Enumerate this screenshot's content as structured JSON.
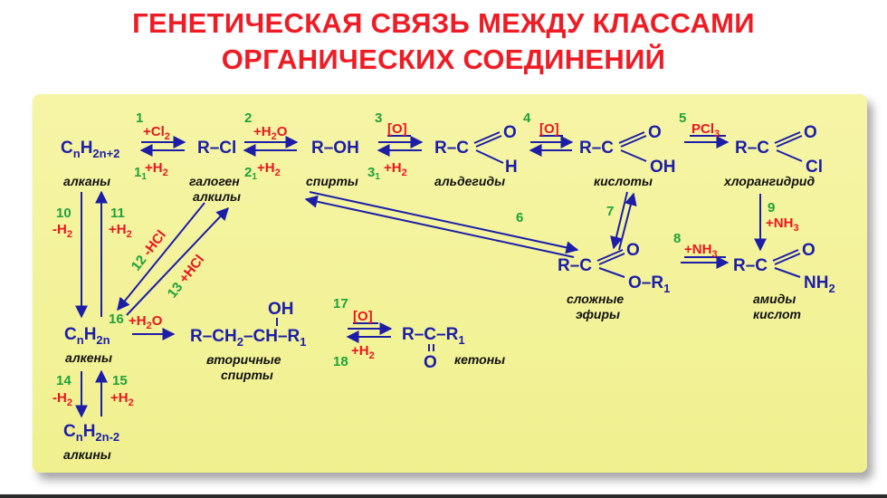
{
  "title": {
    "line1": "ГЕНЕТИЧЕСКАЯ СВЯЗЬ МЕЖДУ КЛАССАМИ",
    "line2": "ОРГАНИЧЕСКИХ СОЕДИНЕНИЙ"
  },
  "colors": {
    "title": "#ee1c25",
    "formula": "#1c1ea8",
    "reaction_number": "#1fa23a",
    "condition": "#e8161e",
    "board": "#f4f39b"
  },
  "nodes": {
    "alkanes": {
      "formula_base": "C",
      "sub1": "n",
      "mid": "H",
      "sub2": "2n+2",
      "label": "алканы"
    },
    "haloalkanes": {
      "formula": "R–Cl",
      "label1": "галоген",
      "label2": "алкилы"
    },
    "alcohols": {
      "formula": "R–OH",
      "label": "спирты"
    },
    "aldehydes": {
      "rc": "R–C",
      "o": "O",
      "h": "H",
      "label": "альдегиды"
    },
    "acids": {
      "rc": "R–C",
      "o": "O",
      "oh": "OH",
      "label": "кислоты"
    },
    "acyl_chlorides": {
      "rc": "R–C",
      "o": "O",
      "cl": "Cl",
      "label": "хлорангидрид"
    },
    "esters": {
      "rc": "R–C",
      "o": "O",
      "or": "O–R",
      "sub": "1",
      "label1": "сложные",
      "label2": "эфиры"
    },
    "amides": {
      "rc": "R–C",
      "o": "O",
      "nh": "NH",
      "sub": "2",
      "label1": "амиды",
      "label2": "кислот"
    },
    "alkenes": {
      "formula_base": "C",
      "sub1": "n",
      "mid": "H",
      "sub2": "2n",
      "label": "алкены"
    },
    "sec_alcohols": {
      "oh": "OH",
      "chain": "R–CH",
      "sub2": "2",
      "chain2": "–CH–R",
      "sub1": "1",
      "label1": "вторичные",
      "label2": "спирты"
    },
    "ketones": {
      "rc": "R–C–R",
      "sub": "1",
      "o": "O",
      "label": "кетоны"
    },
    "alkynes": {
      "formula_base": "C",
      "sub1": "n",
      "mid": "H",
      "sub2": "2n-2",
      "label": "алкины"
    }
  },
  "reactions": {
    "r1": {
      "num": "1",
      "cond": "+Cl",
      "sub": "2"
    },
    "r1b": {
      "num": "1",
      "sub_num": "1",
      "cond": "+H",
      "sub": "2"
    },
    "r2": {
      "num": "2",
      "cond": "+H",
      "sub": "2",
      "cond_tail": "O"
    },
    "r2b": {
      "num": "2",
      "sub_num": "1",
      "cond": "+H",
      "sub": "2"
    },
    "r3": {
      "num": "3",
      "cond": "[O]"
    },
    "r3b": {
      "num": "3",
      "sub_num": "1",
      "cond": "+H",
      "sub": "2"
    },
    "r4": {
      "num": "4",
      "cond": "[O]"
    },
    "r5": {
      "num": "5",
      "cond": "PCl",
      "sub": "3"
    },
    "r6": {
      "num": "6"
    },
    "r7": {
      "num": "7"
    },
    "r8": {
      "num": "8",
      "cond": "+NH",
      "sub": "3"
    },
    "r9": {
      "num": "9",
      "cond": "+NH",
      "sub": "3"
    },
    "r10": {
      "num": "10",
      "cond": "-H",
      "sub": "2"
    },
    "r11": {
      "num": "11",
      "cond": "+H",
      "sub": "2"
    },
    "r12": {
      "num": "12",
      "cond": "-HCl"
    },
    "r13": {
      "num": "13",
      "cond": "+HCl"
    },
    "r14": {
      "num": "14",
      "cond": "-H",
      "sub": "2"
    },
    "r15": {
      "num": "15",
      "cond": "+H",
      "sub": "2"
    },
    "r16": {
      "num": "16",
      "cond": "+H",
      "sub": "2",
      "cond_tail": "O"
    },
    "r17": {
      "num": "17",
      "cond": "[O]"
    },
    "r18": {
      "num": "18",
      "cond": "+H",
      "sub": "2"
    }
  }
}
